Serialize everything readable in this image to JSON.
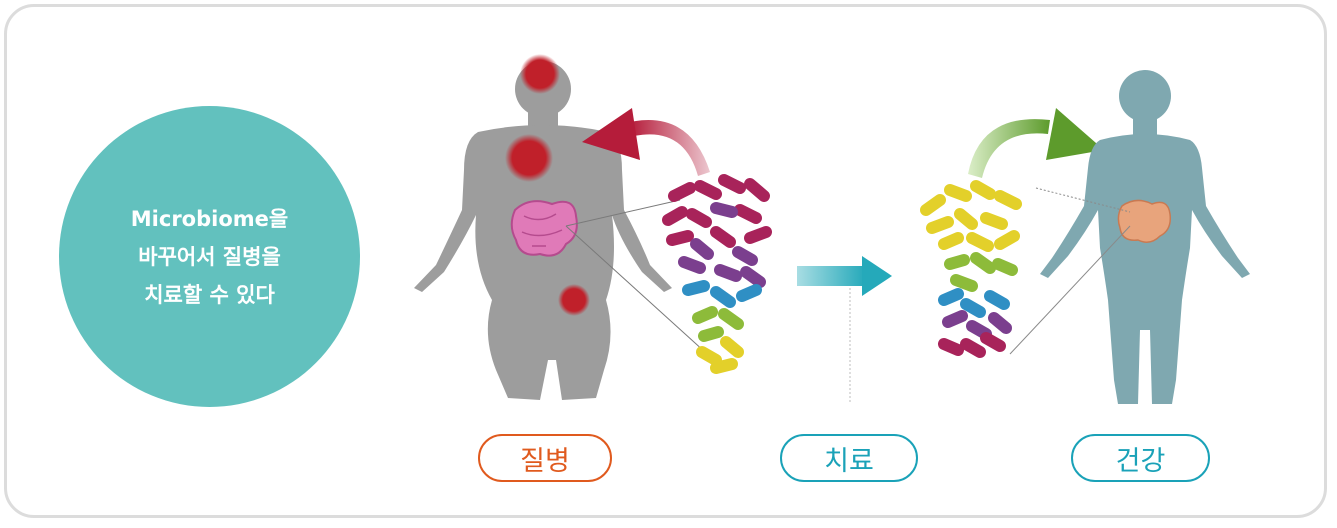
{
  "left_circle": {
    "lines": [
      "Microbiome을",
      "바꾸어서 질병을",
      "치료할 수 있다"
    ]
  },
  "labels": {
    "disease": "질병",
    "treatment": "치료",
    "health": "건강"
  },
  "colors": {
    "circle": "#62c1be",
    "disease_label": "#e05a1e",
    "treatment_label": "#1aa2b8",
    "health_label": "#1aa2b8",
    "sick_body": "#9d9d9d",
    "healthy_body": "#7fa8b0",
    "lesion": "#c0202a",
    "disease_arrow": "#b51c3a",
    "health_arrow": "#6aa532",
    "center_arrow": "#38b6c4",
    "microbes": [
      "#a8235a",
      "#7b3f8e",
      "#2f8fc4",
      "#8dbb3a",
      "#e3d02a"
    ]
  },
  "icons": {
    "sick_figure": "human-silhouette-icon",
    "healthy_figure": "human-silhouette-icon",
    "microbes": "bacteria-icon",
    "intestine": "intestine-icon",
    "arrow": "arrow-right-icon"
  }
}
